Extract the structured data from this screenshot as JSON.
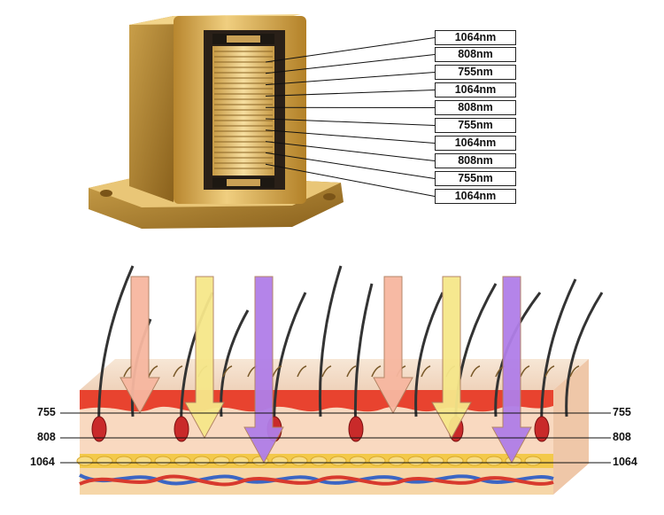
{
  "laser_labels": [
    "1064nm",
    "808nm",
    "755nm",
    "1064nm",
    "808nm",
    "755nm",
    "1064nm",
    "808nm",
    "755nm",
    "1064nm"
  ],
  "depth_labels": {
    "left": [
      "755",
      "808",
      "1064"
    ],
    "right": [
      "755",
      "808",
      "1064"
    ]
  },
  "colors": {
    "gold": "#d9ac4a",
    "arrow_755": "#f7b7a0",
    "arrow_808": "#f6e78a",
    "arrow_1064": "#b07ee8",
    "epidermis": "#e8432f",
    "dermis": "#f9d9c0",
    "fat": "#f3c94a",
    "vein": "#3b66c4",
    "artery": "#d83a2e"
  },
  "icons": [
    "laser-diode-module",
    "hair-follicle",
    "laser-arrow"
  ]
}
